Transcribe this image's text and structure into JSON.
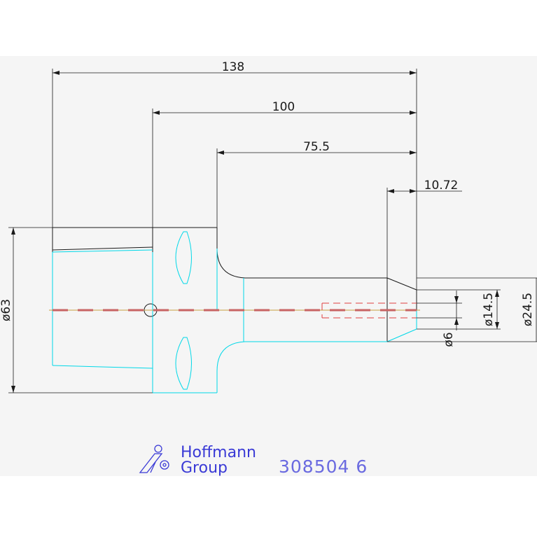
{
  "dimensions": {
    "length_overall": "138",
    "length_100": "100",
    "length_75": "75.5",
    "length_tip": "10.72",
    "dia_63": "ø63",
    "dia_14": "ø14.5",
    "dia_24": "ø24.5",
    "dia_6": "ø6"
  },
  "logo": {
    "line1": "Hoffmann",
    "line2": "Group",
    "icon": "hoffmann-logo-icon"
  },
  "part_number": "308504 6",
  "colors": {
    "outline": "#1a1a1a",
    "hidden": "#00d8e8",
    "centerline": "#c86464",
    "centerline_alt": "#c8a040",
    "logo": "#3a3ad6"
  }
}
